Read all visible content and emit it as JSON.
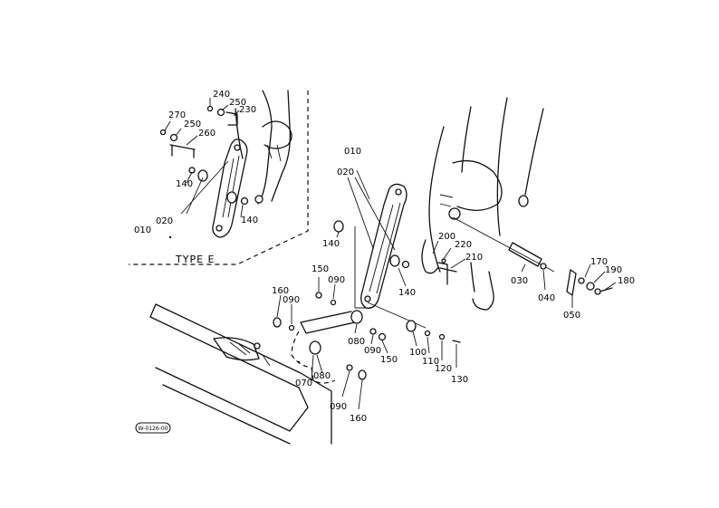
{
  "inset_title": "TYPE E",
  "drawing_code": "W-0126-00",
  "callouts": {
    "c240": "240",
    "c250a": "250",
    "c230": "230",
    "c270": "270",
    "c250b": "250",
    "c260": "260",
    "c140i": "140",
    "c020i": "020",
    "c140j": "140",
    "c010i": "010",
    "c010": "010",
    "c020": "020",
    "c140a": "140",
    "c140b": "140",
    "c200": "200",
    "c220": "220",
    "c210": "210",
    "c030": "030",
    "c040": "040",
    "c170": "170",
    "c190": "190",
    "c180": "180",
    "c050": "050",
    "c150a": "150",
    "c090a": "090",
    "c160a": "160",
    "c090b": "090",
    "c080a": "080",
    "c090c": "090",
    "c150b": "150",
    "c100": "100",
    "c110": "110",
    "c120": "120",
    "c130": "130",
    "c070": "070",
    "c080b": "080",
    "c090d": "090",
    "c160b": "160"
  }
}
